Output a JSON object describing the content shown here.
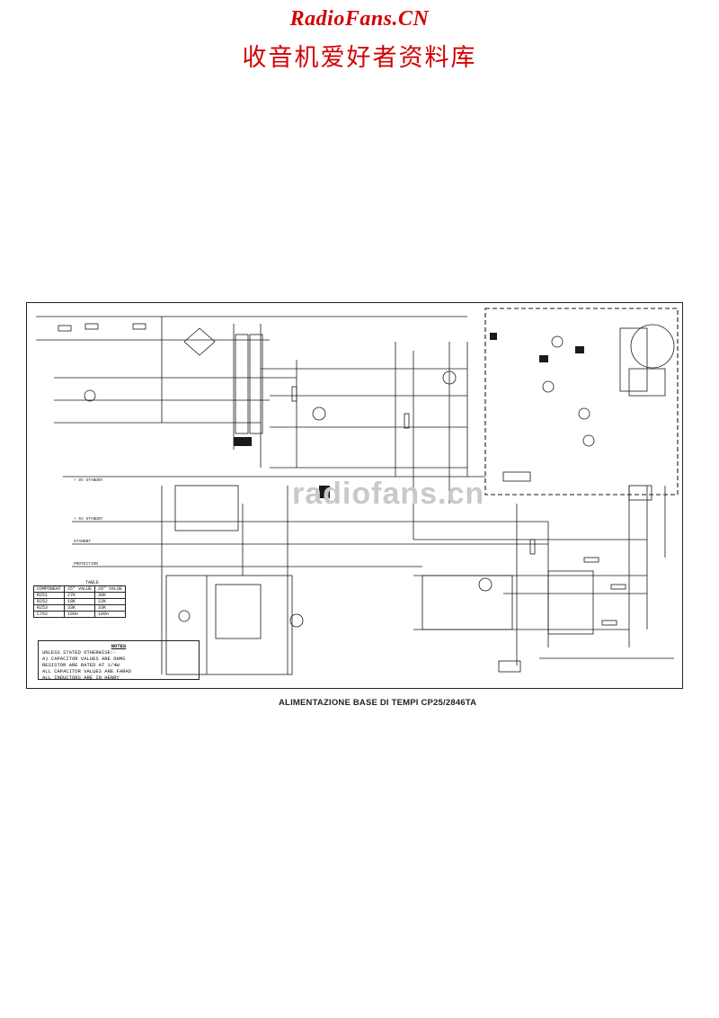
{
  "header": {
    "brand": "RadioFans.CN",
    "subtitle": "收音机爱好者资料库"
  },
  "watermark": "radiofans.cn",
  "caption": "ALIMENTAZIONE BASE DI TEMPI CP25/2846TA",
  "table": {
    "title": "TABLE",
    "headers": [
      "COMPONENT",
      "25\" VALUE",
      "28\" VALUE"
    ],
    "rows": [
      [
        "R251",
        "27K",
        "38K"
      ],
      [
        "R252",
        "18K",
        "22K"
      ],
      [
        "R253",
        "33K",
        "33K"
      ],
      [
        "C762",
        "100n",
        "100n"
      ]
    ]
  },
  "notes": {
    "title": "NOTES",
    "lines": [
      "UNLESS STATED OTHERWISE:-",
      "A) CAPACITOR VALUES ARE OHMS",
      "RESISTOR ARE RATED AT 1/4W",
      "ALL CAPACITOR VALUES ARE FARAD",
      "ALL INDUCTORS ARE IN HENRY"
    ]
  },
  "wire_labels": {
    "w1": "+ 8V STANDBY",
    "w2": "+ 5V STANDBY",
    "w3": "STANDBY",
    "w4": "PROTECTION"
  }
}
